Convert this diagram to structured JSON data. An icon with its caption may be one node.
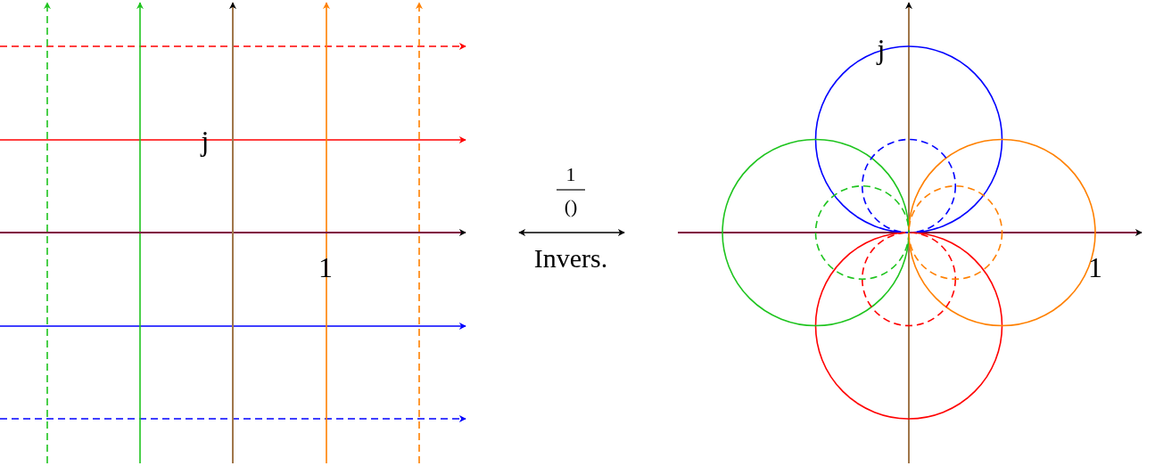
{
  "diagram": {
    "labels": [
      "j",
      "1",
      "1",
      "()",
      "Invers.",
      "j",
      "1"
    ]
  }
}
